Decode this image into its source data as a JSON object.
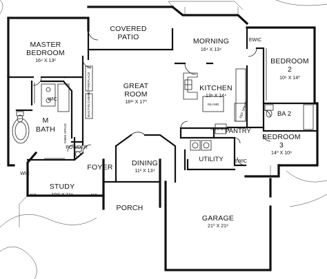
{
  "rooms": {
    "master_bedroom": {
      "name_line1": "MASTER",
      "name_line2": "BEDROOM",
      "dims": "16⁴ X 13²"
    },
    "covered_patio": {
      "name_line1": "COVERED",
      "name_line2": "PATIO"
    },
    "morning": {
      "name": "MORNING",
      "dims": "16⁴ X 13⁴"
    },
    "bedroom2": {
      "name_line1": "BEDROOM",
      "name_line2": "2",
      "dims": "10⁶ X 14⁰"
    },
    "great_room": {
      "name_line1": "GREAT",
      "name_line2": "ROOM",
      "dims": "18¹¹ X 17⁰"
    },
    "kitchen": {
      "name": "KITCHEN",
      "dims": "13⁸ X 14⁴"
    },
    "m_bath": {
      "name_line1": "M",
      "name_line2": "BATH"
    },
    "ba2": {
      "name": "BA 2"
    },
    "bedroom3": {
      "name_line1": "BEDROOM",
      "name_line2": "3",
      "dims": "14⁰ X 10⁸"
    },
    "pantry": {
      "name": "PANTRY"
    },
    "dining": {
      "name": "DINING",
      "dims": "11² X 13⁴"
    },
    "foyer": {
      "name": "FOYER"
    },
    "utility": {
      "name": "UTILITY"
    },
    "study": {
      "name": "STUDY",
      "dims": "10¹⁰ X 11⁸"
    },
    "porch": {
      "name": "PORCH"
    },
    "garage": {
      "name": "GARAGE",
      "dims": "21⁰ X 21⁸"
    }
  },
  "labels": {
    "wic_master": "WIC",
    "wic_bath": "WIC",
    "ewic_bed2": "EWIC",
    "ewic_util": "EWIC",
    "tv": "TV",
    "fireplace": "FIREPLACE",
    "built_in_cabinet": "BUILT-IN CABINET",
    "island": "ISLAND",
    "ref_space": "REF SPACE",
    "oven_micro": "OVEN MICRO",
    "powder": "POWDER",
    "knee_space": "KNEE SPACE",
    "slp_left": "SLP",
    "slp_right": "SLP"
  }
}
